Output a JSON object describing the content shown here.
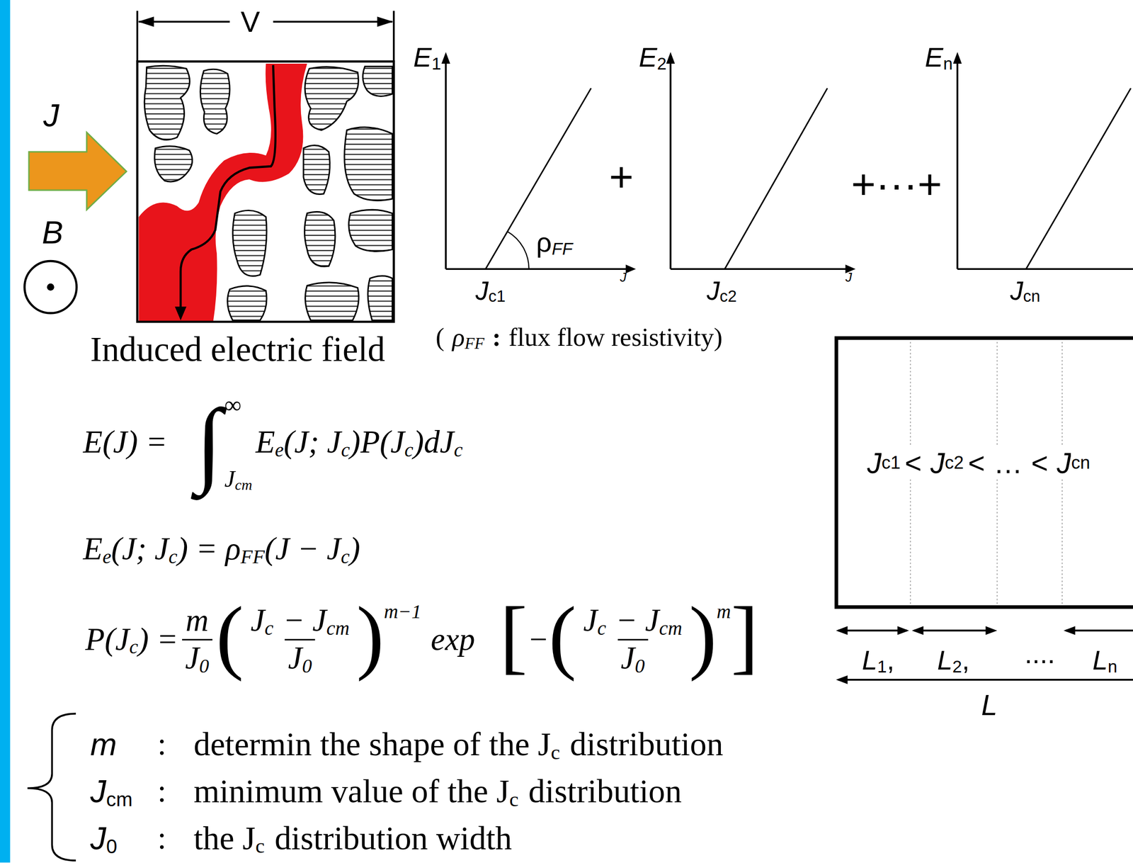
{
  "diagram": {
    "nodes": [
      {
        "text": [
          "J",
          "c1",
          "<",
          "J",
          "c2",
          "<",
          "…",
          "<",
          "J",
          "cn"
        ]
      }
    ],
    "labels": [
      "V",
      "J",
      "B",
      "Induced electric field",
      "E",
      "1",
      "J",
      "ρ",
      "FF",
      "J",
      "c1",
      "+",
      "E",
      "2",
      "J",
      "J",
      "c2",
      "+···+",
      "E",
      "n",
      "J",
      "cn",
      "(",
      "ρ",
      "FF",
      ":",
      "flux flow resistivity)",
      "E(J) =",
      "∫",
      "∞",
      "J",
      "cm",
      "E",
      "e",
      "(J; J",
      "c",
      ")P(J",
      "c",
      ")dJ",
      "c",
      "E",
      "e",
      "(J; J",
      "c",
      ") = ρ",
      "FF",
      "(J − J",
      "c",
      ")",
      "P(J",
      "c",
      ") =",
      "m",
      "J",
      "0",
      "(",
      "J",
      "c",
      "− J",
      "cm",
      "J",
      "0",
      ")",
      "m−1",
      "exp",
      "[",
      "−",
      "(",
      "J",
      "c",
      "− J",
      "cm",
      "J",
      "0",
      ")",
      "m",
      "]",
      "m",
      ":",
      "determin the shape of the J",
      "c",
      "distribution",
      "J",
      "cm",
      ":",
      "minimum value of the J",
      "c",
      "distribution",
      "J",
      "0",
      ":",
      "the J",
      "c",
      "distribution width",
      "L",
      "1",
      ",",
      "L",
      "2",
      ",",
      "....",
      "L",
      "n",
      "L"
    ]
  }
}
